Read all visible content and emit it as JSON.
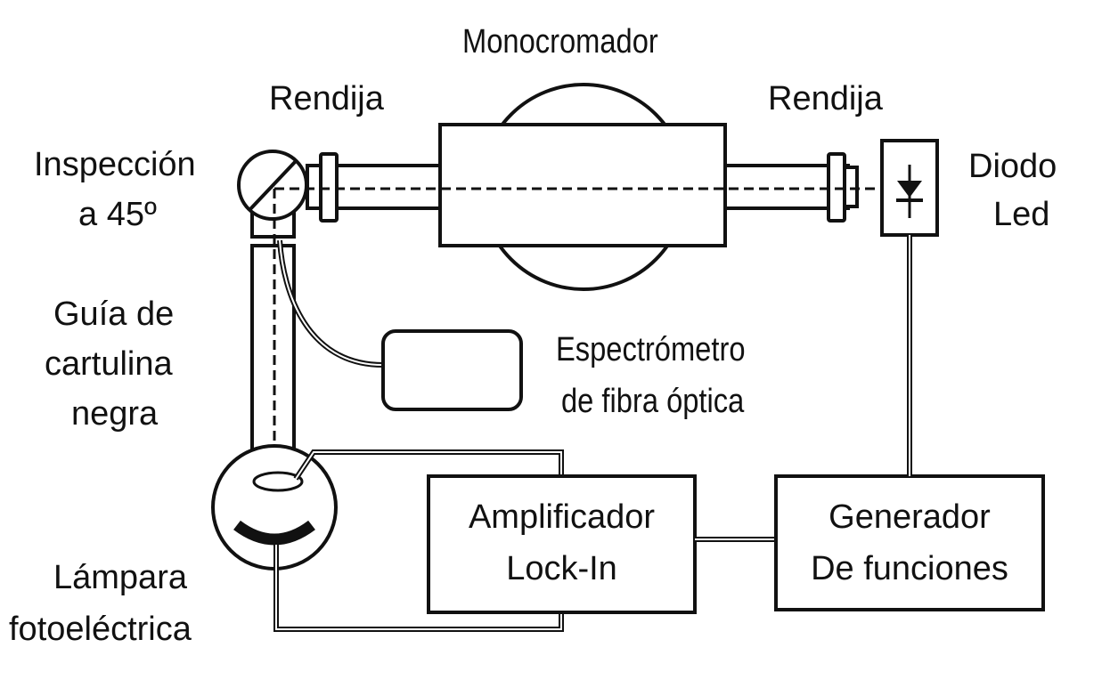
{
  "labels": {
    "monocromador": "Monocromador",
    "rendija_left": "Rendija",
    "rendija_right": "Rendija",
    "inspeccion_1": "Inspección",
    "inspeccion_2": "a 45º",
    "diodo_1": "Diodo",
    "diodo_2": "Led",
    "guia_1": "Guía de",
    "guia_2": "cartulina",
    "guia_3": "negra",
    "espectrometro_1": "Espectrómetro",
    "espectrometro_2": "de fibra óptica",
    "lampara_1": "Lámpara",
    "lampara_2": "fotoeléctrica",
    "amplificador_1": "Amplificador",
    "amplificador_2": "Lock-In",
    "generador_1": "Generador",
    "generador_2": "De funciones"
  },
  "colors": {
    "stroke": "#111111",
    "fill": "#ffffff"
  }
}
